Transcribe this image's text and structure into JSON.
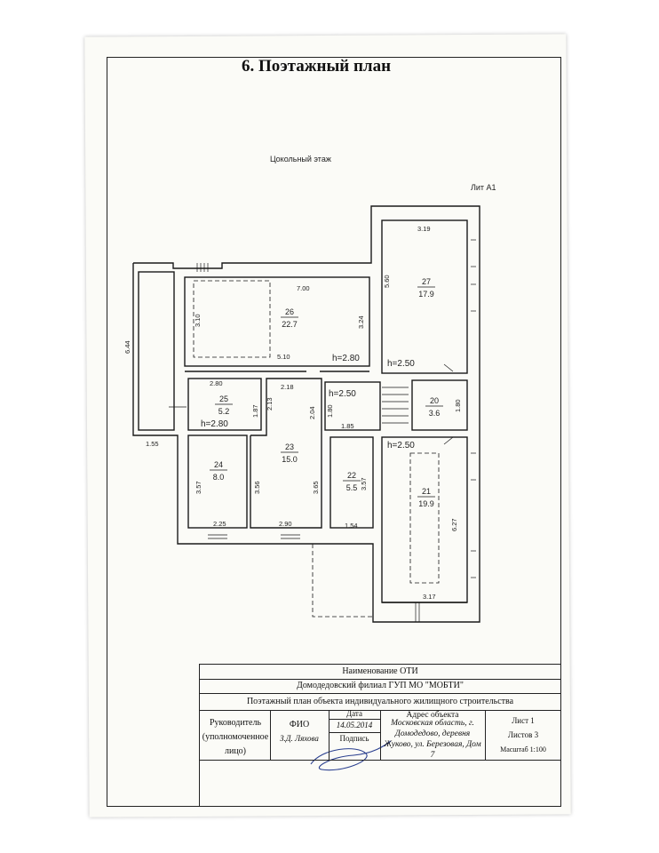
{
  "title": "6. Поэтажный план",
  "floor_label": "Цокольный этаж",
  "lit_label": "Лит А1",
  "rooms": [
    {
      "num": "26",
      "area": "22.7"
    },
    {
      "num": "27",
      "area": "17.9"
    },
    {
      "num": "25",
      "area": "5.2"
    },
    {
      "num": "23",
      "area": "15.0"
    },
    {
      "num": "20",
      "area": "3.6"
    },
    {
      "num": "24",
      "area": "8.0"
    },
    {
      "num": "22",
      "area": "5.5"
    },
    {
      "num": "21",
      "area": "19.9"
    }
  ],
  "heights": {
    "h1": "h=2.80",
    "h2": "h=2.50",
    "h3": "h=2.50",
    "h4": "h=2.80",
    "h5": "h=2.50"
  },
  "dims": {
    "d_319": "3.19",
    "d_560": "5.60",
    "d_700": "7.00",
    "d_310": "3.10",
    "d_324": "3.24",
    "d_644": "6.44",
    "d_510": "5.10",
    "d_280": "2.80",
    "d_218": "2.18",
    "d_213": "2.13",
    "d_187": "1.87",
    "d_204": "2.04",
    "d_180a": "1.80",
    "d_185": "1.85",
    "d_180b": "1.80",
    "d_155": "1.55",
    "d_357a": "3.57",
    "d_356": "3.56",
    "d_365": "3.65",
    "d_357b": "3.57",
    "d_627": "6.27",
    "d_225": "2.25",
    "d_290": "2.90",
    "d_154": "1.54",
    "d_317": "3.17"
  },
  "stamp": {
    "oti_header": "Наименование ОТИ",
    "org": "Домодедовский филиал ГУП МО \"МОБТИ\"",
    "plan_name": "Поэтажный план объекта индивидуального жилищного строительства",
    "head_role_1": "Руководитель",
    "head_role_2": "(уполномоченное",
    "head_role_3": "лицо)",
    "fio_label": "ФИО",
    "fio_value": "З.Д. Ляхова",
    "date_label": "Дата",
    "date_value": "14.05.2014",
    "signature_label": "Подпись",
    "address_label": "Адрес объекта",
    "address_value": "Московская область, г. Домодедово, деревня Жуково, ул. Березовая, Дом 7",
    "sheet": "Лист 1",
    "sheets": "Листов 3",
    "scale": "Масштаб 1:100"
  },
  "colors": {
    "line": "#1a1a1a",
    "paper": "#fbfbf7"
  }
}
